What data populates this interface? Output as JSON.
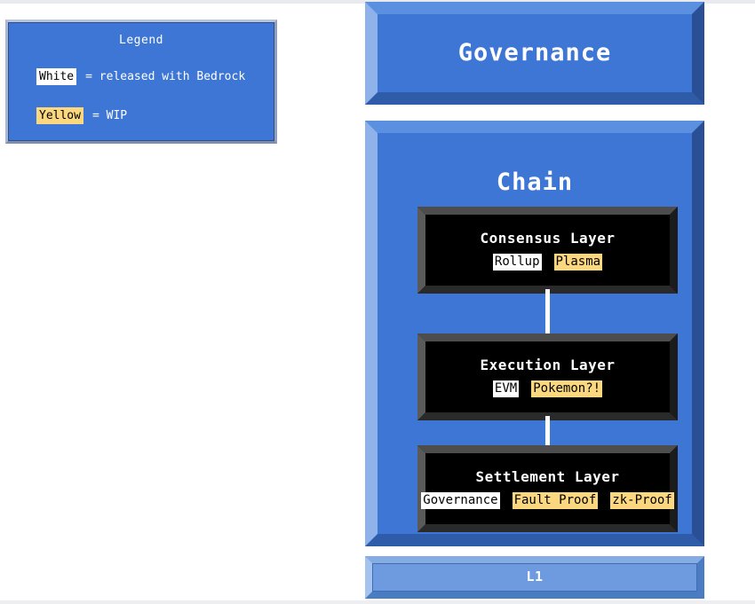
{
  "legend": {
    "title": "Legend",
    "rows": [
      {
        "chip": "White",
        "chip_color": "#ffffff",
        "description": "= released with Bedrock"
      },
      {
        "chip": "Yellow",
        "chip_color": "#fbd87f",
        "description": "= WIP"
      }
    ]
  },
  "governance": {
    "title": "Governance"
  },
  "chain": {
    "title": "Chain",
    "layers": [
      {
        "title": "Consensus Layer",
        "tags": [
          {
            "label": "Rollup",
            "state": "white"
          },
          {
            "label": "Plasma",
            "state": "yellow"
          }
        ]
      },
      {
        "title": "Execution Layer",
        "tags": [
          {
            "label": "EVM",
            "state": "white"
          },
          {
            "label": "Pokemon?!",
            "state": "yellow"
          }
        ]
      },
      {
        "title": "Settlement Layer",
        "tags": [
          {
            "label": "Governance",
            "state": "white"
          },
          {
            "label": "Fault Proof",
            "state": "yellow"
          },
          {
            "label": "zk-Proof",
            "state": "yellow"
          }
        ]
      }
    ]
  },
  "l1": {
    "title": "L1"
  },
  "colors": {
    "box_blue": "#3d76d4",
    "l1_blue": "#6e9be0",
    "layer_black": "#000000",
    "released_white": "#ffffff",
    "wip_yellow": "#fbd87f",
    "connector_white": "#ffffff",
    "page_background": "#ffffff"
  }
}
